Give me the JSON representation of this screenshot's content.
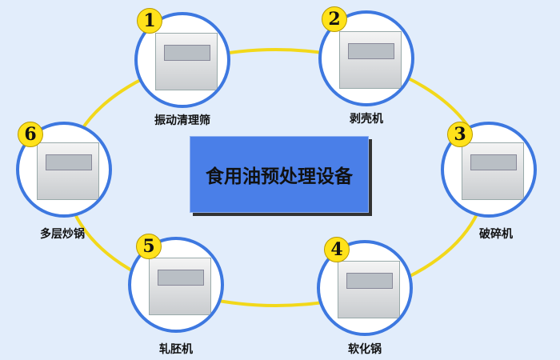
{
  "title": "食用油预处理设备",
  "colors": {
    "ring": "#ffe21a",
    "node_border": "#3d78e0",
    "center_box": "#4a7fe8",
    "background": "#e2edfb"
  },
  "steps": [
    {
      "number": "1",
      "label": "振动清理筛"
    },
    {
      "number": "2",
      "label": "剥壳机"
    },
    {
      "number": "3",
      "label": "破碎机"
    },
    {
      "number": "4",
      "label": "软化锅"
    },
    {
      "number": "5",
      "label": "轧胚机"
    },
    {
      "number": "6",
      "label": "多层炒锅"
    }
  ]
}
